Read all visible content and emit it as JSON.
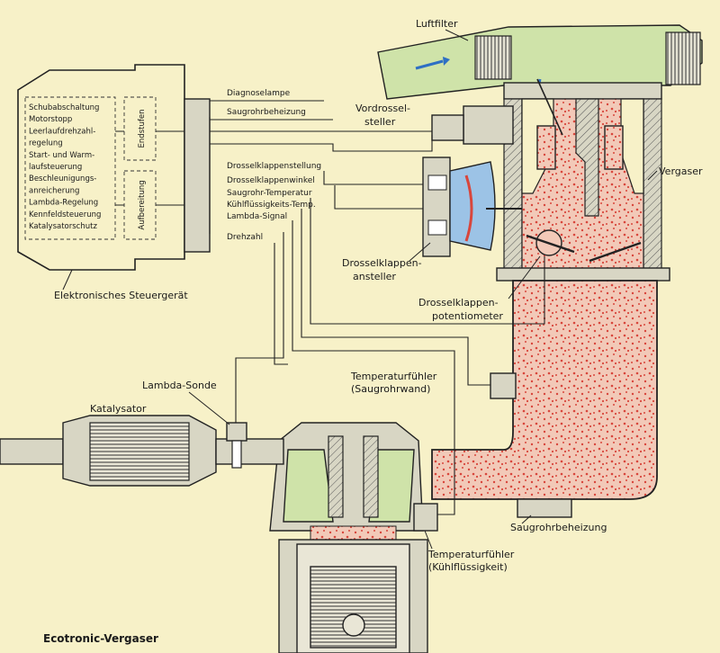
{
  "caption": "Ecotronic-Vergaser",
  "labels": {
    "luftfilter": "Luftfilter",
    "vordrosselsteller": [
      "Vordrossel-",
      "steller"
    ],
    "vergaser": "Vergaser",
    "drosselklappenansteller": [
      "Drosselklappen-",
      "ansteller"
    ],
    "drosselklappenpotentiometer": [
      "Drosselklappen-",
      "potentiometer"
    ],
    "temp_saugrohr": [
      "Temperaturfühler",
      "(Saugrohrwand)"
    ],
    "lambda_sonde": "Lambda-Sonde",
    "katalysator": "Katalysator",
    "saugrohrbeheizung": "Saugrohrbeheizung",
    "temp_kuehl": [
      "Temperaturfühler",
      "(Kühlflüssigkeit)"
    ],
    "steuergeraet": "Elektronisches Steuergerät"
  },
  "ecu": {
    "functions": [
      "Schubabschaltung",
      "Motorstopp",
      "Leerlaufdrehzahl-",
      "regelung",
      "Start- und Warm-",
      "laufsteuerung",
      "Beschleunigungs-",
      "anreicherung",
      "Lambda-Regelung",
      "Kennfeldsteuerung",
      "Katalysatorschutz"
    ],
    "endstufen": "Endstufen",
    "aufbereitung": "Aufbereitung"
  },
  "signals_out": [
    "Diagnoselampe",
    "Saugrohrbeheizung"
  ],
  "signals_in": [
    "Drosselklappenstellung",
    "Drosselklappenwinkel",
    "Saugrohr-Temperatur",
    "Kühlflüssigkeits-Temp.",
    "Lambda-Signal",
    "Drehzahl"
  ],
  "colors": {
    "background": "#f7f1c8",
    "mixture": "#f2c9b8",
    "dots": "#d8463c",
    "metal": "#d8d6c4",
    "green": "#cfe3a9",
    "blue": "#2e6fc4",
    "actuator_blue": "#9cc3e6"
  }
}
